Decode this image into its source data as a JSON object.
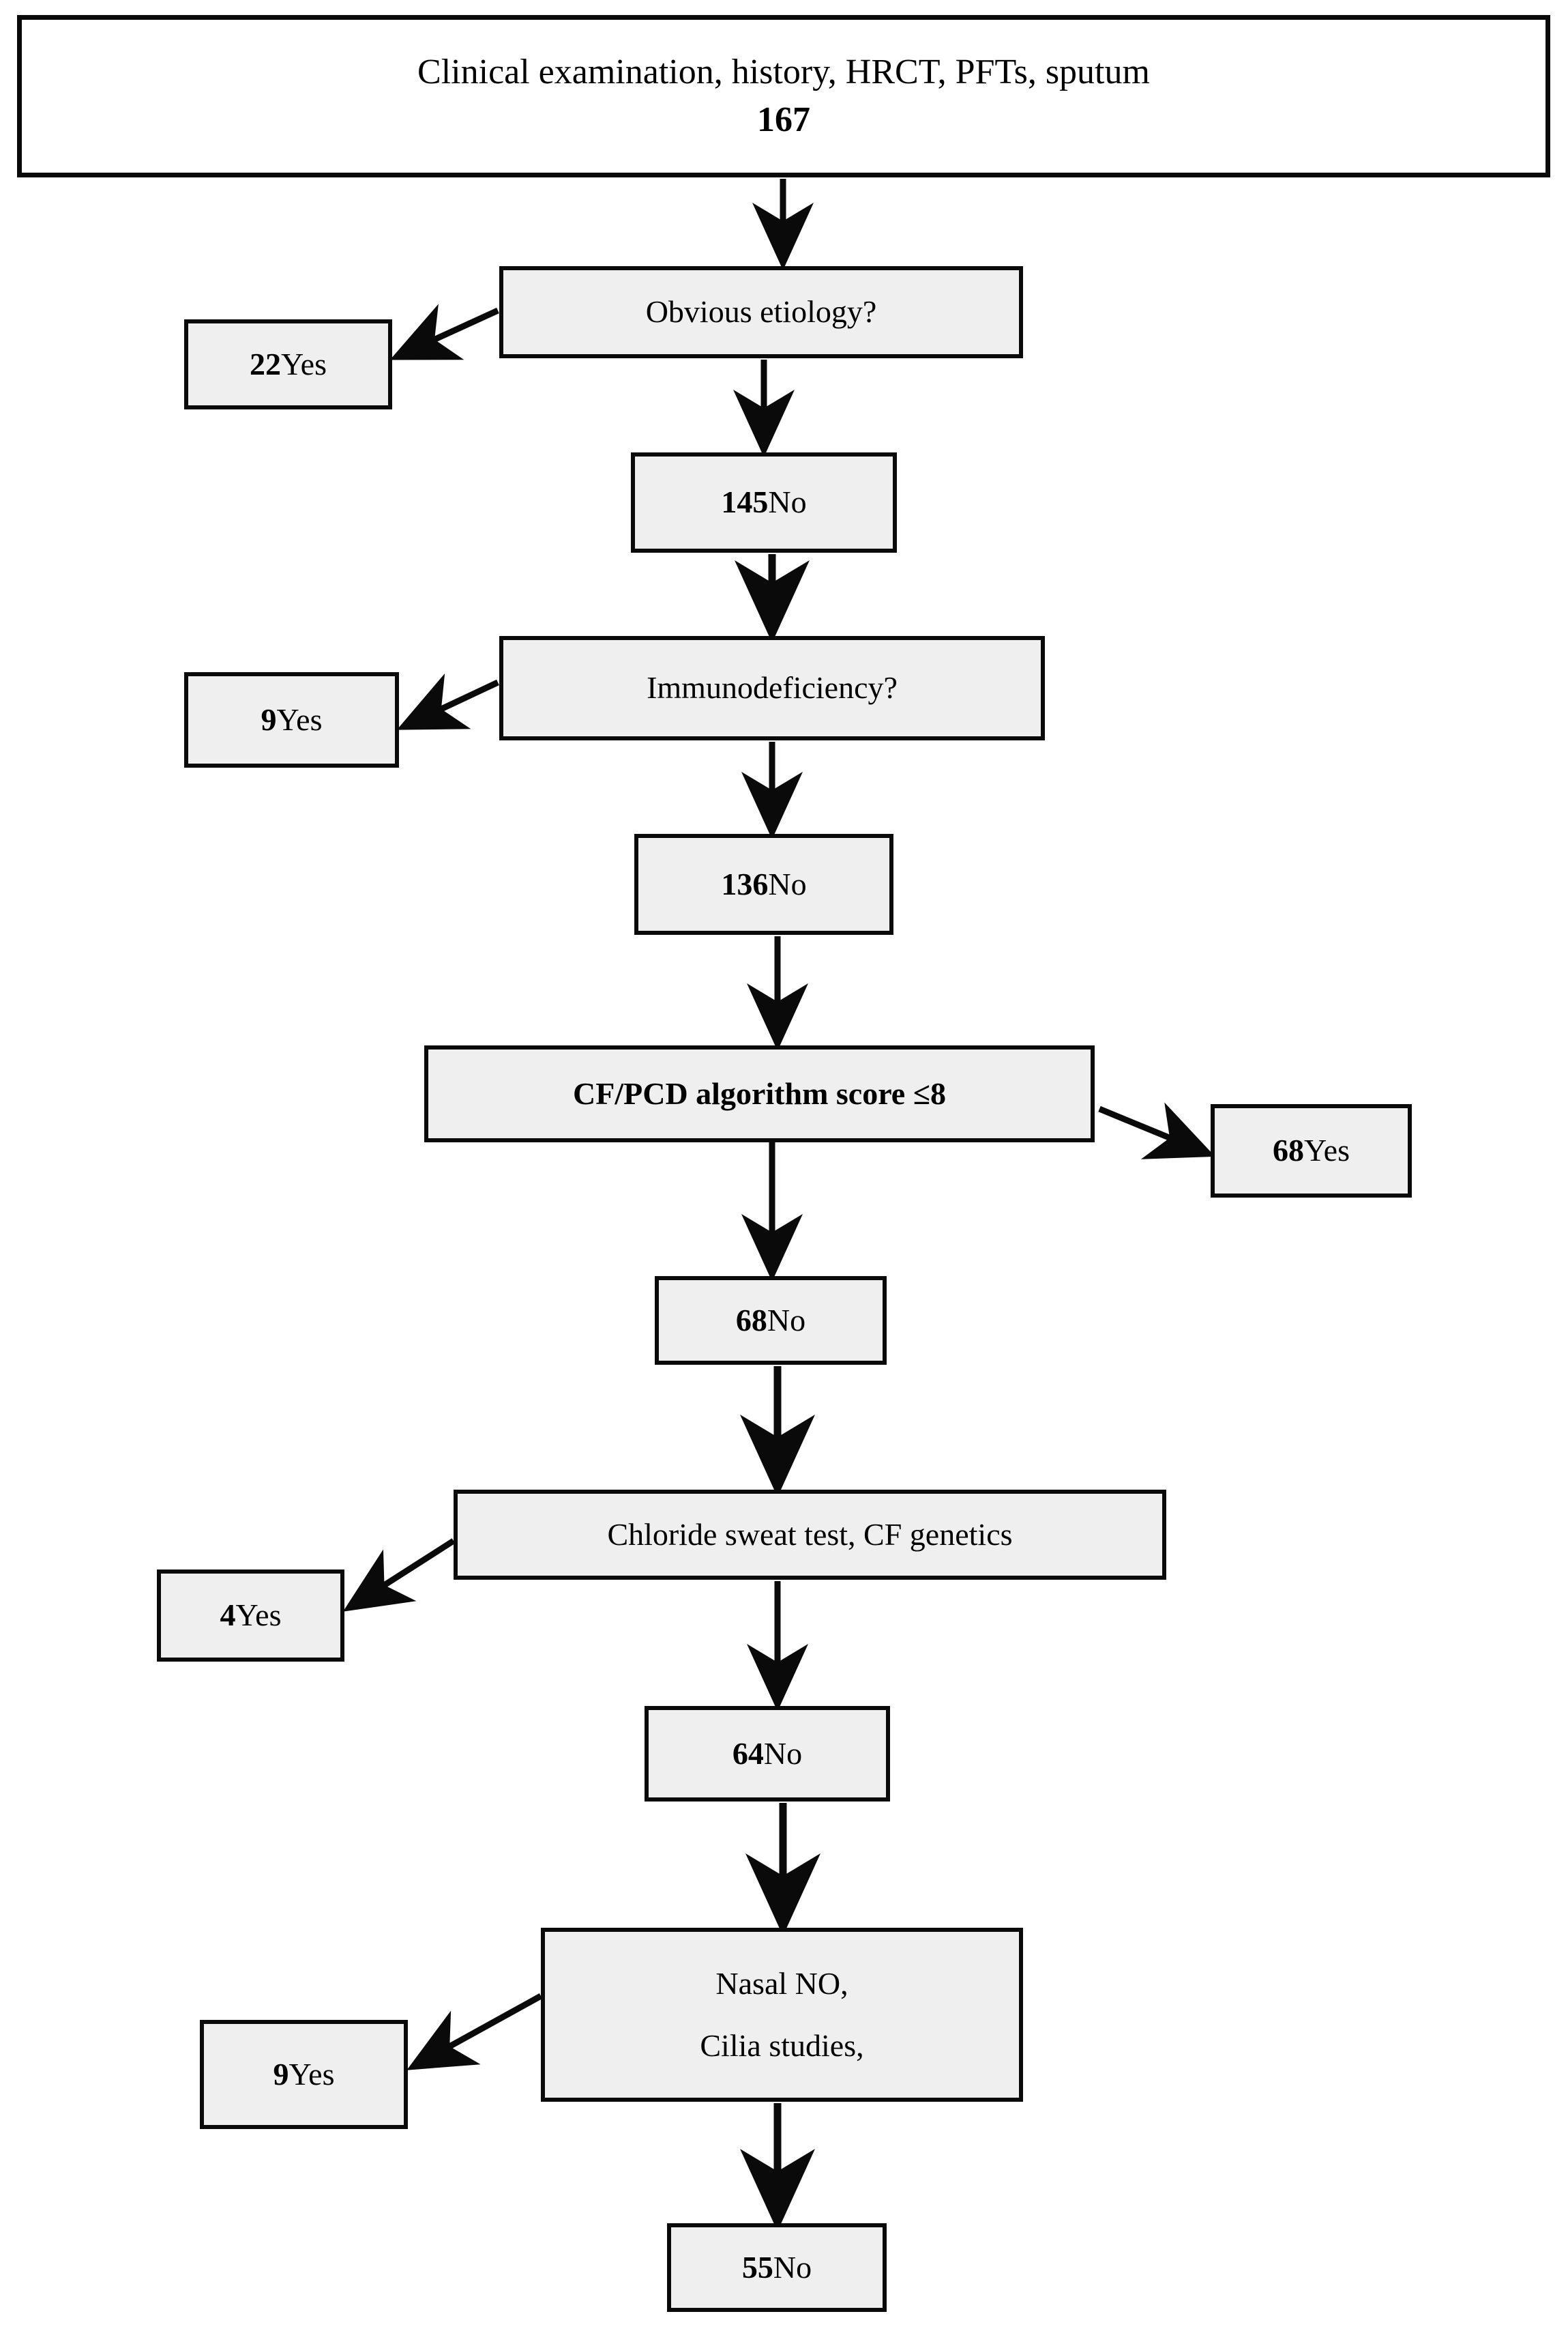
{
  "diagram": {
    "title": "Diagnostic work-up flow chart for bronchiectasis etiology",
    "colors": {
      "box_fill": "#efefef",
      "root_fill": "#ffffff",
      "stroke": "#0a0a0a",
      "text": "#000000"
    },
    "nodes": {
      "root": {
        "line1": "Clinical examination, history, HRCT, PFTs, sputum",
        "count": "167"
      },
      "obvious_etiology": {
        "label": "Obvious etiology?"
      },
      "obvious_yes": {
        "count": "22",
        "answer": " Yes"
      },
      "obvious_no": {
        "count": "145",
        "answer": " No"
      },
      "immunodeficiency": {
        "label": "Immunodeficiency?"
      },
      "immuno_yes": {
        "count": "9",
        "answer": " Yes"
      },
      "immuno_no": {
        "count": "136",
        "answer": " No"
      },
      "cf_pcd_score": {
        "label": "CF/PCD algorithm score ≤8"
      },
      "cf_pcd_yes": {
        "count": "68",
        "answer": " Yes"
      },
      "cf_pcd_no": {
        "count": "68",
        "answer": " No"
      },
      "sweat_test": {
        "label": "Chloride sweat test, CF genetics"
      },
      "sweat_yes": {
        "count": "4",
        "answer": " Yes"
      },
      "sweat_no": {
        "count": "64",
        "answer": " No"
      },
      "nasal_no": {
        "line1": "Nasal NO,",
        "line2": "Cilia studies,"
      },
      "nasal_yes": {
        "count": "9",
        "answer": " Yes"
      },
      "nasal_no_result": {
        "count": "55",
        "answer": " No"
      }
    },
    "edges": [
      {
        "from": "root",
        "to": "obvious_etiology",
        "kind": "down"
      },
      {
        "from": "obvious_etiology",
        "to": "obvious_yes",
        "kind": "left"
      },
      {
        "from": "obvious_etiology",
        "to": "obvious_no",
        "kind": "down"
      },
      {
        "from": "obvious_no",
        "to": "immunodeficiency",
        "kind": "down"
      },
      {
        "from": "immunodeficiency",
        "to": "immuno_yes",
        "kind": "left"
      },
      {
        "from": "immunodeficiency",
        "to": "immuno_no",
        "kind": "down"
      },
      {
        "from": "immuno_no",
        "to": "cf_pcd_score",
        "kind": "down"
      },
      {
        "from": "cf_pcd_score",
        "to": "cf_pcd_yes",
        "kind": "right"
      },
      {
        "from": "cf_pcd_score",
        "to": "cf_pcd_no",
        "kind": "down"
      },
      {
        "from": "cf_pcd_no",
        "to": "sweat_test",
        "kind": "down"
      },
      {
        "from": "sweat_test",
        "to": "sweat_yes",
        "kind": "left"
      },
      {
        "from": "sweat_test",
        "to": "sweat_no",
        "kind": "down"
      },
      {
        "from": "sweat_no",
        "to": "nasal_no",
        "kind": "down"
      },
      {
        "from": "nasal_no",
        "to": "nasal_yes",
        "kind": "left"
      },
      {
        "from": "nasal_no",
        "to": "nasal_no_result",
        "kind": "down"
      }
    ]
  }
}
